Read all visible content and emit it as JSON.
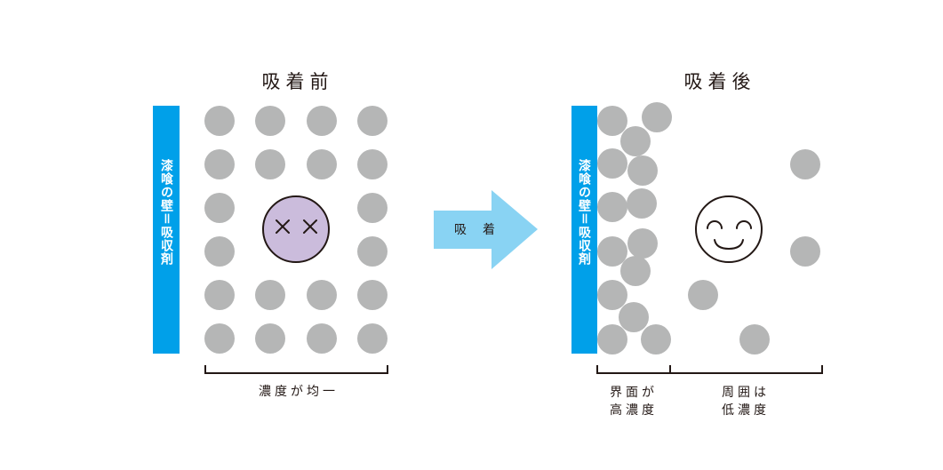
{
  "before": {
    "title": "吸着前",
    "wall_label": "漆喰の壁＝吸収剤",
    "face": "unhappy-x-eyes",
    "face_color": "#cbbcdc",
    "caption": "濃度が均一"
  },
  "arrow": {
    "label": "吸着",
    "color": "#89d3f3"
  },
  "after": {
    "title": "吸着後",
    "wall_label": "漆喰の壁＝吸収剤",
    "face": "smiling",
    "caption_left_line1": "界面が",
    "caption_left_line2": "高濃度",
    "caption_right_line1": "周囲は",
    "caption_right_line2": "低濃度"
  },
  "colors": {
    "wall": "#00a0e9",
    "particle": "#b5b6b6",
    "ink": "#231815"
  }
}
